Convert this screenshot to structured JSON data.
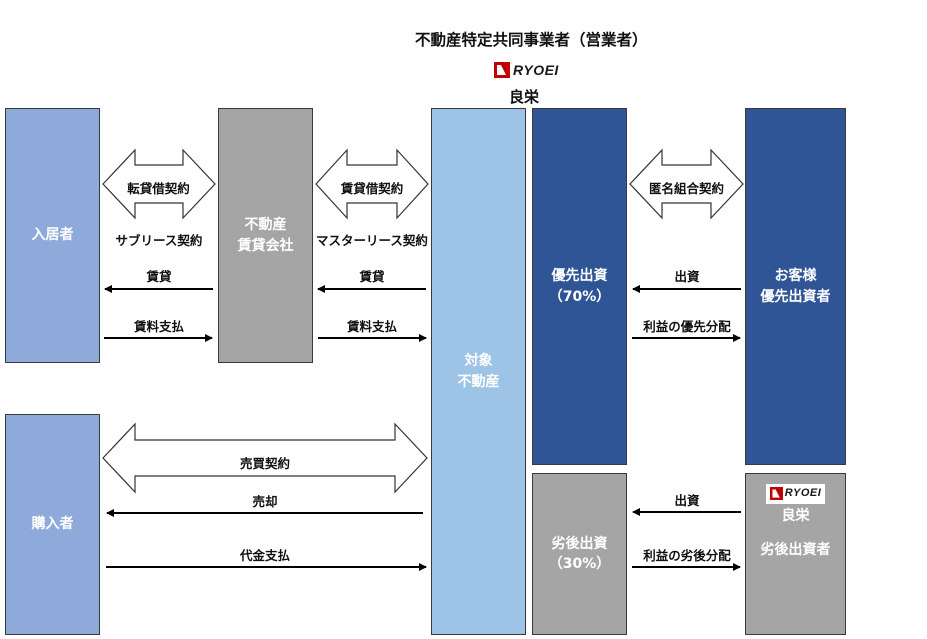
{
  "title": "不動産特定共同事業者（営業者）",
  "operator": {
    "logo_text": "RYOEI",
    "name": "良栄"
  },
  "boxes": {
    "tenant": "入居者",
    "rental_company_l1": "不動産",
    "rental_company_l2": "賃貸会社",
    "property_l1": "対象",
    "property_l2": "不動産",
    "priority_l1": "優先出資",
    "priority_l2": "（70%）",
    "customer_l1": "お客様",
    "customer_l2": "優先出資者",
    "buyer": "購入者",
    "subordinate_l1": "劣後出資",
    "subordinate_l2": "（30%）",
    "subordinate_investor_logo": "RYOEI",
    "subordinate_investor_name": "良栄",
    "subordinate_investor_label": "劣後出資者"
  },
  "arrows": {
    "sublease_contract": "転貸借契約",
    "sublease_note": "サブリース契約",
    "rent_1": "賃貸",
    "rent_payment_1": "賃料支払",
    "master_lease_contract": "賃貸借契約",
    "master_lease_note": "マスターリース契約",
    "rent_2": "賃貸",
    "rent_payment_2": "賃料支払",
    "anonymous_partnership": "匿名組合契約",
    "investment_1": "出資",
    "priority_distribution": "利益の優先分配",
    "sale_contract": "売買契約",
    "sale": "売却",
    "price_payment": "代金支払",
    "investment_2": "出資",
    "subordinate_distribution": "利益の劣後分配"
  },
  "colors": {
    "light_blue": "#8eaadb",
    "gray": "#a5a5a5",
    "property_blue": "#9dc3e6",
    "dark_blue": "#2f5597",
    "logo_red": "#c00000"
  }
}
